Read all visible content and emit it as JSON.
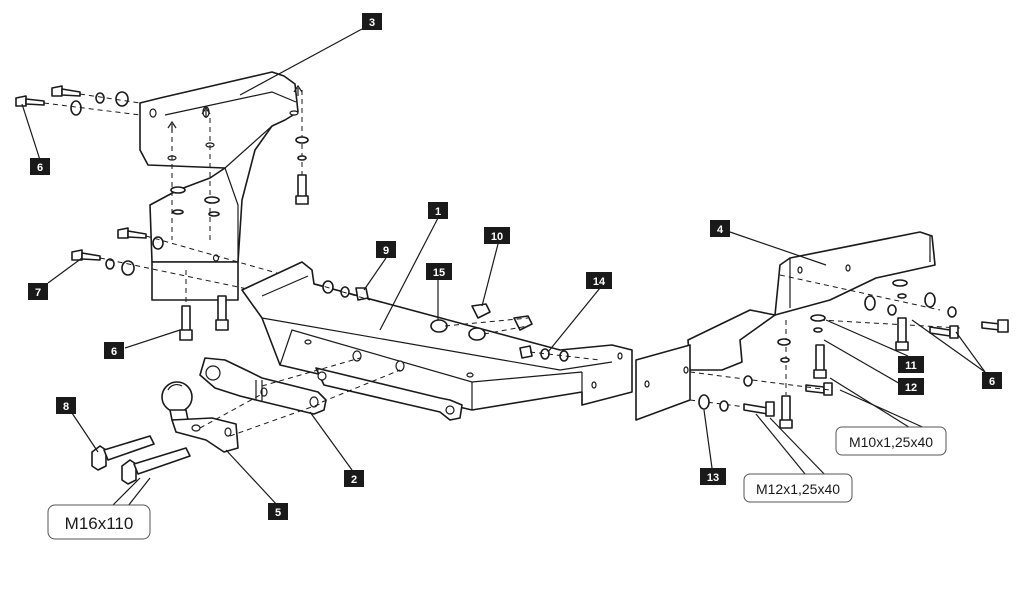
{
  "callouts": {
    "c1": "1",
    "c2": "2",
    "c3": "3",
    "c4": "4",
    "c5": "5",
    "c6a": "6",
    "c6b": "6",
    "c6c": "6",
    "c7": "7",
    "c8": "8",
    "c9": "9",
    "c10": "10",
    "c11": "11",
    "c12": "12",
    "c13": "13",
    "c14": "14",
    "c15": "15"
  },
  "specs": {
    "m16": "M16x110",
    "m12": "M12x1,25x40",
    "m10": "M10x1,25x40"
  },
  "colors": {
    "line": "#1a1a1a",
    "badge": "#1a1a1a",
    "badge_text": "#ffffff"
  }
}
